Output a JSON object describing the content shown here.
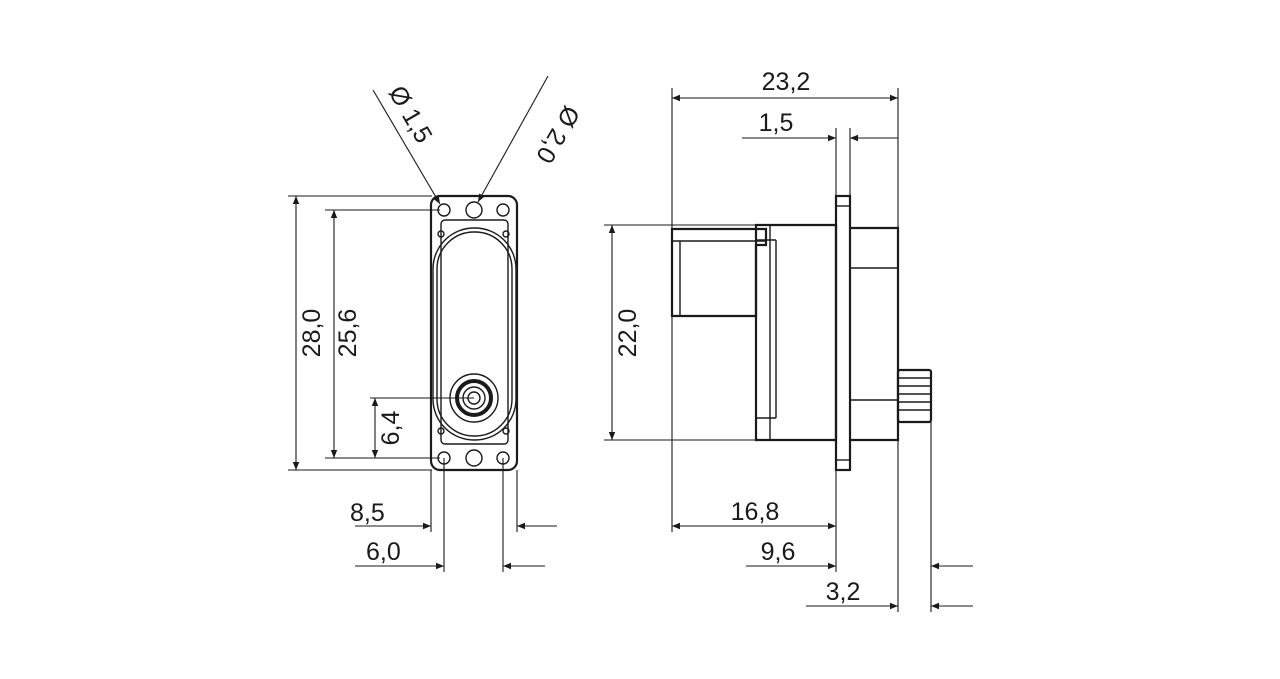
{
  "front_view": {
    "dia_small": "Ø 1,5",
    "dia_large": "Ø 2,0",
    "height_total": "28,0",
    "height_holes": "25,6",
    "shaft_offset": "6,4",
    "width_a": "8,5",
    "width_b": "6,0"
  },
  "side_view": {
    "length_total": "23,2",
    "flange_thickness": "1,5",
    "body_height": "22,0",
    "body_length": "16,8",
    "flange_to_shaft": "9,6",
    "shaft_length": "3,2"
  }
}
